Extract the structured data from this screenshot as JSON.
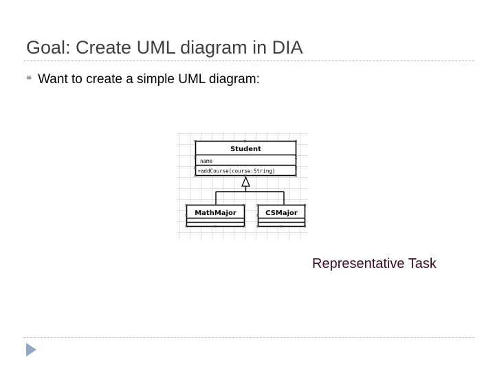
{
  "slide": {
    "title": "Goal: Create UML diagram in DIA",
    "bullet_glyph": "❝",
    "bullet_text": "Want to create a simple UML diagram:",
    "caption": "Representative Task",
    "colors": {
      "title": "#404040",
      "body": "#000000",
      "caption": "#3b0b22",
      "rule": "#b9b9b9",
      "footer_marker": "#94a8c4"
    }
  },
  "diagram": {
    "app": "DIA",
    "type": "UML class diagram",
    "grid": true,
    "classes": [
      {
        "id": "student",
        "name": "Student",
        "attributes": [
          "name"
        ],
        "operations": [
          "+addCourse(course:String)"
        ]
      },
      {
        "id": "mathmajor",
        "name": "MathMajor",
        "attributes": [],
        "operations": []
      },
      {
        "id": "csmajor",
        "name": "CSMajor",
        "attributes": [],
        "operations": []
      }
    ],
    "relations": [
      {
        "kind": "generalization",
        "from": "mathmajor",
        "to": "student"
      },
      {
        "kind": "generalization",
        "from": "csmajor",
        "to": "student"
      }
    ]
  }
}
